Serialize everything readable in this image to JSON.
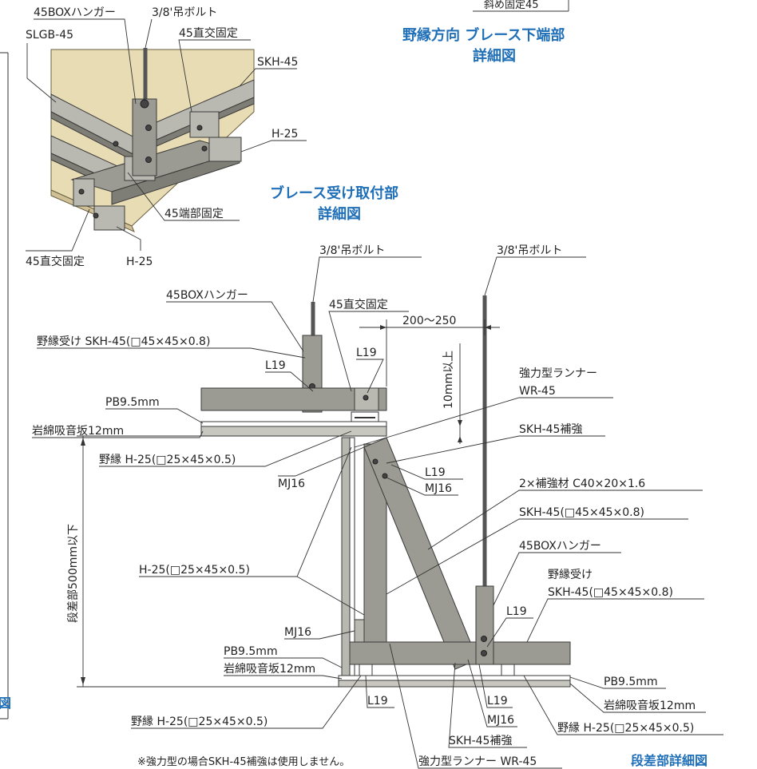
{
  "titles": {
    "bottom_detail_line1": "野縁方向 ブレース下端部",
    "bottom_detail_line2": "詳細図",
    "brace_receiver_line1": "ブレース受け取付部",
    "brace_receiver_line2": "詳細図",
    "step_detail": "段差部詳細図",
    "clipped_top_text": "斜め固定45",
    "clipped_left_char": "図"
  },
  "iso_labels": {
    "box_hanger": "45BOXハンガー",
    "hanging_bolt": "3/8'吊ボルト",
    "slgb": "SLGB-45",
    "cross_fix_top": "45直交固定",
    "skh": "SKH-45",
    "h25_right": "H-25",
    "end_fix": "45端部固定",
    "cross_fix_bottom": "45直交固定",
    "h25_bottom": "H-25"
  },
  "section_labels": {
    "bolt_left": "3/8'吊ボルト",
    "bolt_right": "3/8'吊ボルト",
    "box_hanger_left": "45BOXハンガー",
    "cross_fix": "45直交固定",
    "dim_200_250": "200～250",
    "receiver_skh_left": "野縁受け SKH-45(□45×45×0.8)",
    "l19_a": "L19",
    "l19_b": "L19",
    "dim_10mm": "10mm以上",
    "runner_heavy_1": "強力型ランナー",
    "runner_heavy_2": "WR-45",
    "pb_top": "PB9.5mm",
    "rockwool_top": "岩綿吸音坂12mm",
    "skh_reinforce": "SKH-45補強",
    "nobuchi_h25_top": "野縁 H-25(□25×45×0.5)",
    "l19_c": "L19",
    "mj16_a": "MJ16",
    "mj16_b": "MJ16",
    "reinforce_c40": "2×補強材 C40×20×1.6",
    "skh_45": "SKH-45(□45×45×0.8)",
    "dim_step_500": "段差部500mm以下",
    "box_hanger_right": "45BOXハンガー",
    "h25_mid": "H-25(□25×45×0.5)",
    "receiver_right_1": "野縁受け",
    "receiver_right_2": "SKH-45(□45×45×0.8)",
    "l19_d": "L19",
    "mj16_c": "MJ16",
    "pb_mid": "PB9.5mm",
    "rockwool_mid": "岩綿吸音坂12mm",
    "pb_right": "PB9.5mm",
    "rockwool_right": "岩綿吸音坂12mm",
    "l19_e": "L19",
    "l19_f": "L19",
    "mj16_d": "MJ16",
    "nobuchi_h25_bottom": "野縁 H-25(□25×45×0.5)",
    "nobuchi_h25_right": "野縁 H-25(□25×45×0.5)",
    "skh_reinforce_bottom": "SKH-45補強",
    "runner_bottom": "強力型ランナー WR-45"
  },
  "note": "※強力型の場合SKH-45補強は使用しません。",
  "colors": {
    "title_blue": "#1f6fb8",
    "steel": "#9b9b93",
    "board_wood": "#e8dcb4"
  }
}
